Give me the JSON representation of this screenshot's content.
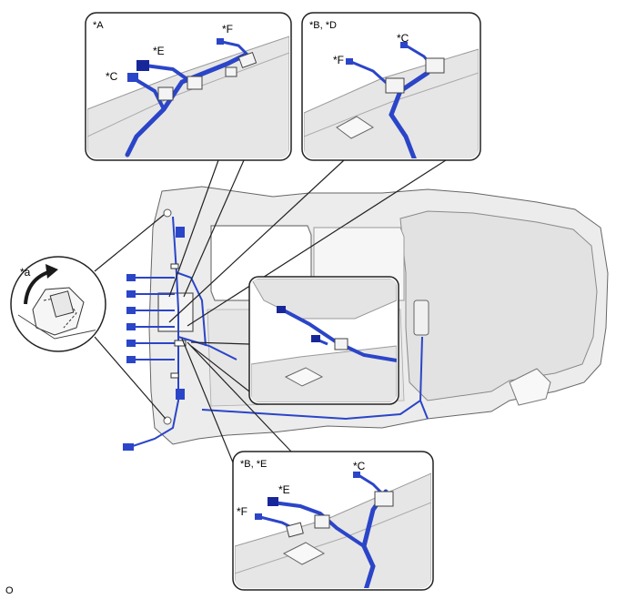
{
  "colors": {
    "harness": "#2b45c8",
    "harness_dark": "#17279a",
    "panel": "#e9e9e9",
    "panel_shadow": "#bdbdbd",
    "outline": "#555555",
    "clip": "#f4f4f4"
  },
  "callouts": {
    "top_left": {
      "title": "*A",
      "labels": {
        "c": "*C",
        "e": "*E",
        "f": "*F"
      }
    },
    "top_right": {
      "title": "*B, *D",
      "labels": {
        "c": "*C",
        "f": "*F"
      }
    },
    "bottom": {
      "title": "*B, *E",
      "labels": {
        "c": "*C",
        "e": "*E",
        "f": "*F"
      }
    },
    "left_circle": {
      "title": "*a"
    },
    "middle": {}
  },
  "figure_code": "O"
}
